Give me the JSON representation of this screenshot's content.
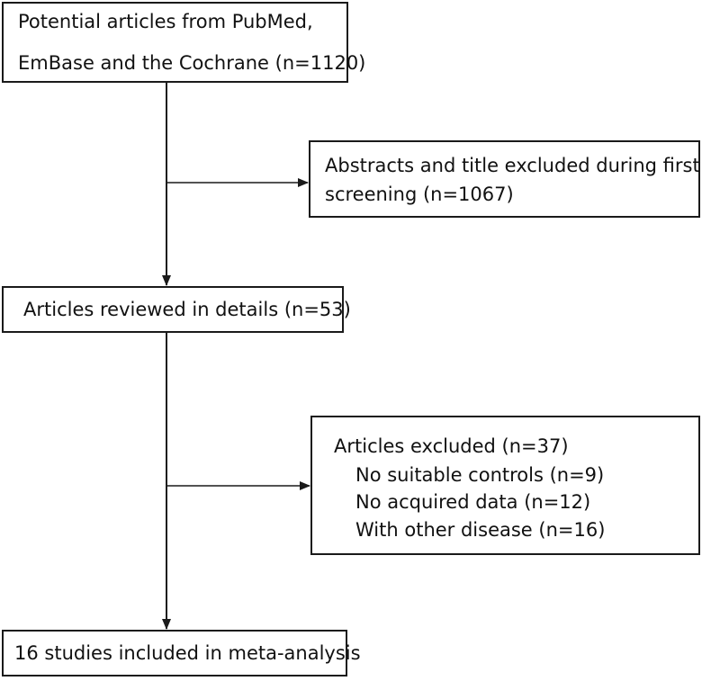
{
  "diagram": {
    "boxes": {
      "potential": {
        "line1": "Potential articles from PubMed,",
        "line2": "EmBase and the Cochrane (n=1120)"
      },
      "abstracts_excluded": {
        "line1": "Abstracts and title excluded during first",
        "line2": "screening (n=1067)"
      },
      "reviewed": {
        "line1": "Articles reviewed in details (n=53)"
      },
      "articles_excluded": {
        "heading": "Articles excluded (n=37)",
        "reasons": [
          "No suitable controls (n=9)",
          "No acquired data (n=12)",
          "With other disease (n=16)"
        ]
      },
      "included": {
        "line1": "16 studies included in meta-analysis"
      }
    }
  }
}
